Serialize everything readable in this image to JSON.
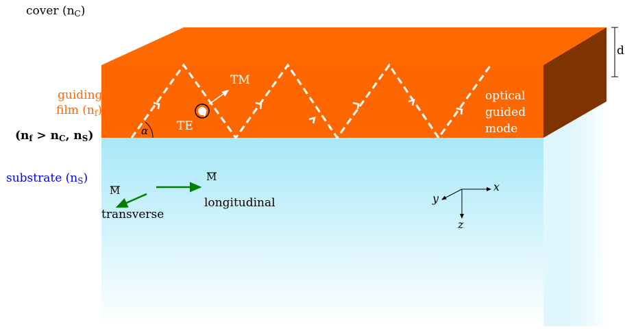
{
  "colors": {
    "film_front": "#fe6600",
    "film_top": "#ff6a00",
    "film_side": "#7f3300",
    "substrate_top": "#a8e8f8",
    "substrate_bottom": "#ffffff",
    "film_label": "#ff6600",
    "substrate_label": "#0000ff",
    "magnetization": "#008000",
    "ray": "#ffffff",
    "text": "#000000"
  },
  "labels": {
    "cover": "cover (n",
    "cover_sub": "C",
    "cover_close": ")",
    "guiding_line1": "guiding",
    "guiding_line2": "film (n",
    "guiding_sub": "f",
    "guiding_close": ")",
    "cond_open": "(n",
    "cond_sub_f": "f",
    "cond_gt": " > n",
    "cond_sub_c": "C",
    "cond_comma": ", n",
    "cond_sub_s": "S",
    "cond_close": ")",
    "substrate": "substrate (n",
    "substrate_sub": "S",
    "substrate_close": ")",
    "thickness": "d",
    "angle": "α",
    "te": "TE",
    "tm": "TM",
    "optical": "optical",
    "guided": "guided",
    "mode": "mode",
    "m_longitudinal": "M",
    "m_transverse": "M",
    "longitudinal": "longitudinal",
    "transverse": "transverse",
    "axis_x": "x",
    "axis_y": "y",
    "axis_z": "z"
  }
}
